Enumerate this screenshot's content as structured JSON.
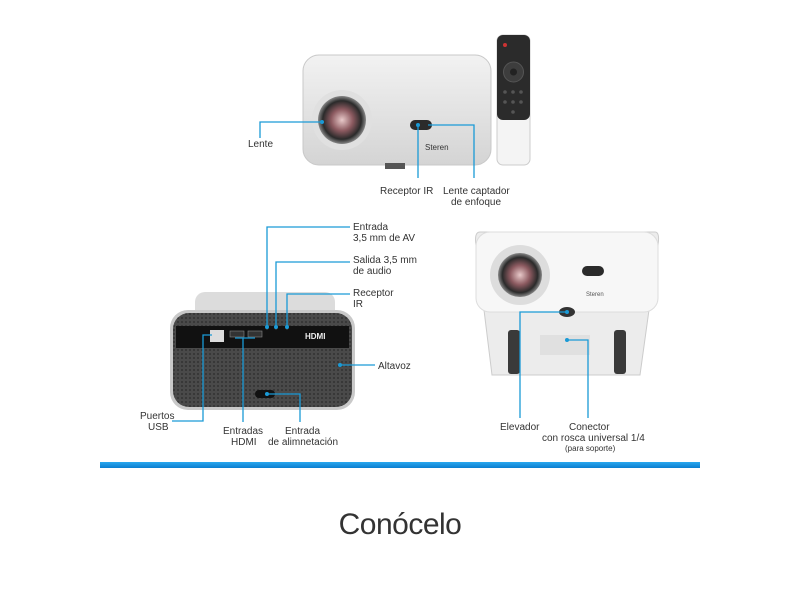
{
  "top_view": {
    "labels": {
      "lens": "Lente",
      "ir_receiver": "Receptor IR",
      "focus_sensor_line1": "Lente captador",
      "focus_sensor_line2": "de enfoque"
    },
    "brand": "Steren"
  },
  "back_view": {
    "labels": {
      "av_in_line1": "Entrada",
      "av_in_line2": "3,5 mm de AV",
      "audio_out_line1": "Salida 3,5 mm",
      "audio_out_line2": "de audio",
      "ir_line1": "Receptor",
      "ir_line2": "IR",
      "speaker": "Altavoz",
      "usb_line1": "Puertos",
      "usb_line2": "USB",
      "hdmi_line1": "Entradas",
      "hdmi_line2": "HDMI",
      "power_line1": "Entrada",
      "power_line2": "de alimnetación"
    },
    "hdmi_logo": "HDMI"
  },
  "bottom_view": {
    "labels": {
      "riser": "Elevador",
      "mount_line1": "Conector",
      "mount_line2": "con rosca universal 1/4",
      "mount_line3": "(para soporte)"
    },
    "brand": "Steren"
  },
  "title": "Conócelo",
  "accent_color": "#1a9ad6"
}
